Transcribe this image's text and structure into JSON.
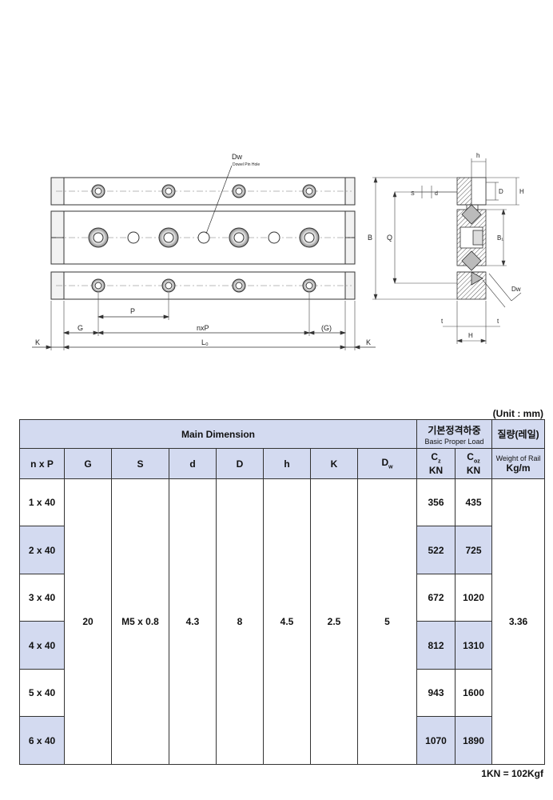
{
  "drawing": {
    "labels": {
      "dw": "Dw",
      "dowel": "Dowel Pin Hole",
      "p": "P",
      "g": "G",
      "nxp": "nxP",
      "g_paren": "(G)",
      "k": "K",
      "l0": "L₀",
      "b": "B",
      "q": "Q",
      "b1": "B₁",
      "h_small": "h",
      "d_small": "d",
      "s": "S",
      "d_big": "D",
      "h_big": "H",
      "t": "t",
      "dw_side": "Dw"
    }
  },
  "unit": "(Unit : mm)",
  "table": {
    "main_dimension": "Main Dimension",
    "basic_load_kr": "기본정격하중",
    "basic_load_en": "Basic Proper Load",
    "weight_kr": "질량(레일)",
    "weight_en": "Weight of Rail",
    "weight_unit": "Kg/m",
    "columns": {
      "nxp": "n x P",
      "g": "G",
      "s": "S",
      "d": "d",
      "D": "D",
      "h": "h",
      "k": "K",
      "dw": "D",
      "dw_sub": "w",
      "c": "C",
      "c_sub": "z",
      "c0": "C",
      "c0_sub": "oz",
      "kn": "KN"
    },
    "rows": [
      {
        "nxp": "1 x 40",
        "cz": "356",
        "coz": "435"
      },
      {
        "nxp": "2 x 40",
        "cz": "522",
        "coz": "725"
      },
      {
        "nxp": "3 x 40",
        "cz": "672",
        "coz": "1020"
      },
      {
        "nxp": "4 x 40",
        "cz": "812",
        "coz": "1310"
      },
      {
        "nxp": "5 x 40",
        "cz": "943",
        "coz": "1600"
      },
      {
        "nxp": "6 x 40",
        "cz": "1070",
        "coz": "1890"
      }
    ],
    "common": {
      "g": "20",
      "s": "M5 x 0.8",
      "d": "4.3",
      "D": "8",
      "h": "4.5",
      "k": "2.5",
      "dw": "5",
      "weight": "3.36"
    }
  },
  "footnote": "1KN = 102Kgf"
}
